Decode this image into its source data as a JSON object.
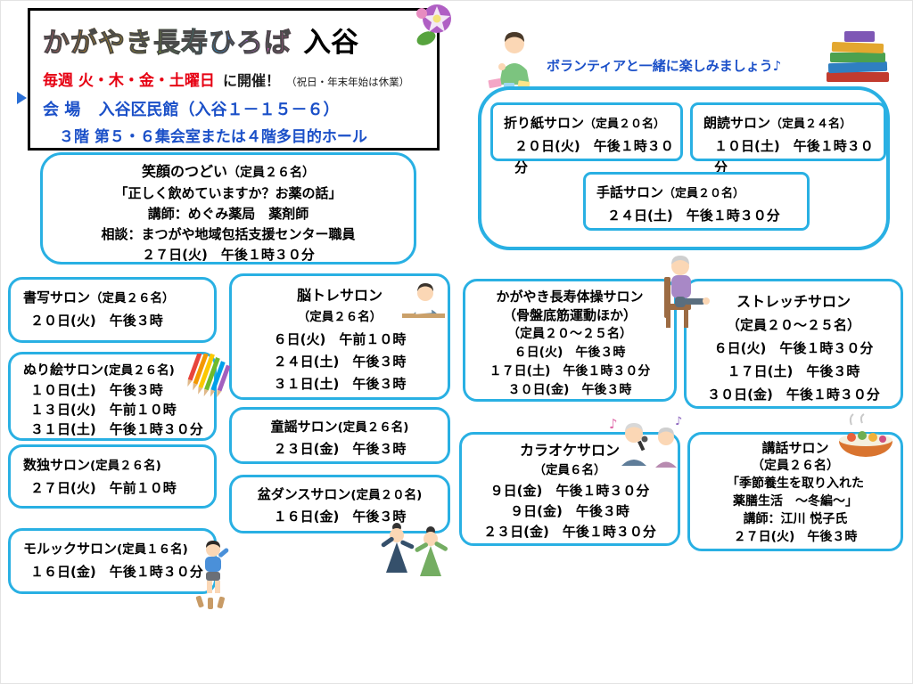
{
  "colors": {
    "border_blue": "#29b0e3",
    "text_blue": "#1b50c8",
    "text_red": "#e60012",
    "text_black": "#000000"
  },
  "header": {
    "title_rainbow": "かがやき長寿ひろば",
    "title_place": "入谷",
    "open_days": "毎週 火・木・金・土曜日",
    "open_text": "に開催！",
    "open_note": "（祝日・年末年始は休業）",
    "venue_label": "会 場",
    "venue_value": "入谷区民館（入谷１－１５－６）",
    "venue_rooms": "３階 第５・６集会室または４階多目的ホール"
  },
  "volunteer": {
    "heading": "ボランティアと一緒に楽しみましょう♪",
    "origami": {
      "name": "折り紙サロン",
      "capacity": "（定員２０名）",
      "time": "２０日(火)　午後１時３０分"
    },
    "reading": {
      "name": "朗読サロン",
      "capacity": "（定員２４名）",
      "time": "１０日(土)　午後１時３０分"
    },
    "sign": {
      "name": "手話サロン",
      "capacity": "（定員２０名）",
      "time": "２４日(土)　午後１時３０分"
    }
  },
  "egao": {
    "name": "笑顔のつどい",
    "capacity": "（定員２６名）",
    "topic": "「正しく飲めていますか？お薬の話」",
    "lecturer": "講師：めぐみ薬局　薬剤師",
    "consult": "相談：まつがや地域包括支援センター職員",
    "time": "２７日(火)　午後１時３０分"
  },
  "shosha": {
    "name": "書写サロン",
    "capacity": "（定員２６名）",
    "times": [
      "２０日(火)　午後３時"
    ]
  },
  "nurie": {
    "name": "ぬり絵サロン",
    "capacity": "(定員２６名)",
    "times": [
      "１０日(土)　午後３時",
      "１３日(火)　午前１０時",
      "３１日(土)　午後１時３０分"
    ]
  },
  "sudoku": {
    "name": "数独サロン",
    "capacity": "(定員２６名)",
    "times": [
      "２７日(火)　午前１０時"
    ]
  },
  "molkky": {
    "name": "モルックサロン",
    "capacity": "(定員１６名)",
    "times": [
      "１６日(金)　午後１時３０分"
    ]
  },
  "noutore": {
    "name": "脳トレサロン",
    "capacity": "（定員２６名）",
    "times": [
      "６日(火)　午前１０時",
      "２４日(土)　午後３時",
      "３１日(土)　午後３時"
    ]
  },
  "douyou": {
    "name": "童謡サロン",
    "capacity": "(定員２６名)",
    "times": [
      "２３日(金)　午後３時"
    ]
  },
  "bondance": {
    "name": "盆ダンスサロン",
    "capacity": "(定員２０名)",
    "times": [
      "１６日(金)　午後３時"
    ]
  },
  "taisou": {
    "name": "かがやき長寿体操サロン",
    "subtitle": "（骨盤底筋運動ほか）",
    "capacity": "（定員２０～２５名）",
    "times": [
      "６日(火)　午後３時",
      "１７日(土)　午後１時３０分",
      "３０日(金)　午後３時"
    ]
  },
  "stretch": {
    "name": "ストレッチサロン",
    "capacity": "（定員２０～２５名）",
    "times": [
      "６日(火)　午後１時３０分",
      "１７日(土)　午後３時",
      "３０日(金)　午後１時３０分"
    ]
  },
  "karaoke": {
    "name": "カラオケサロン",
    "capacity": "（定員６名）",
    "times": [
      "９日(金)　午後１時３０分",
      "９日(金)　午後３時",
      "２３日(金)　午後１時３０分"
    ]
  },
  "kouwa": {
    "name": "講話サロン",
    "capacity": "（定員２６名）",
    "topic1": "「季節養生を取り入れた",
    "topic2": "薬膳生活　～冬編～」",
    "lecturer": "講師：江川 悦子氏",
    "times": [
      "２７日(火)　午後３時"
    ]
  },
  "icons": [
    "morning-glory-icon",
    "volunteer-person-icon",
    "books-icon",
    "colored-pencils-icon",
    "studying-person-icon",
    "exercise-senior-icon",
    "bon-dancers-icon",
    "molkky-kid-icon",
    "karaoke-singers-icon",
    "food-bowl-icon"
  ]
}
